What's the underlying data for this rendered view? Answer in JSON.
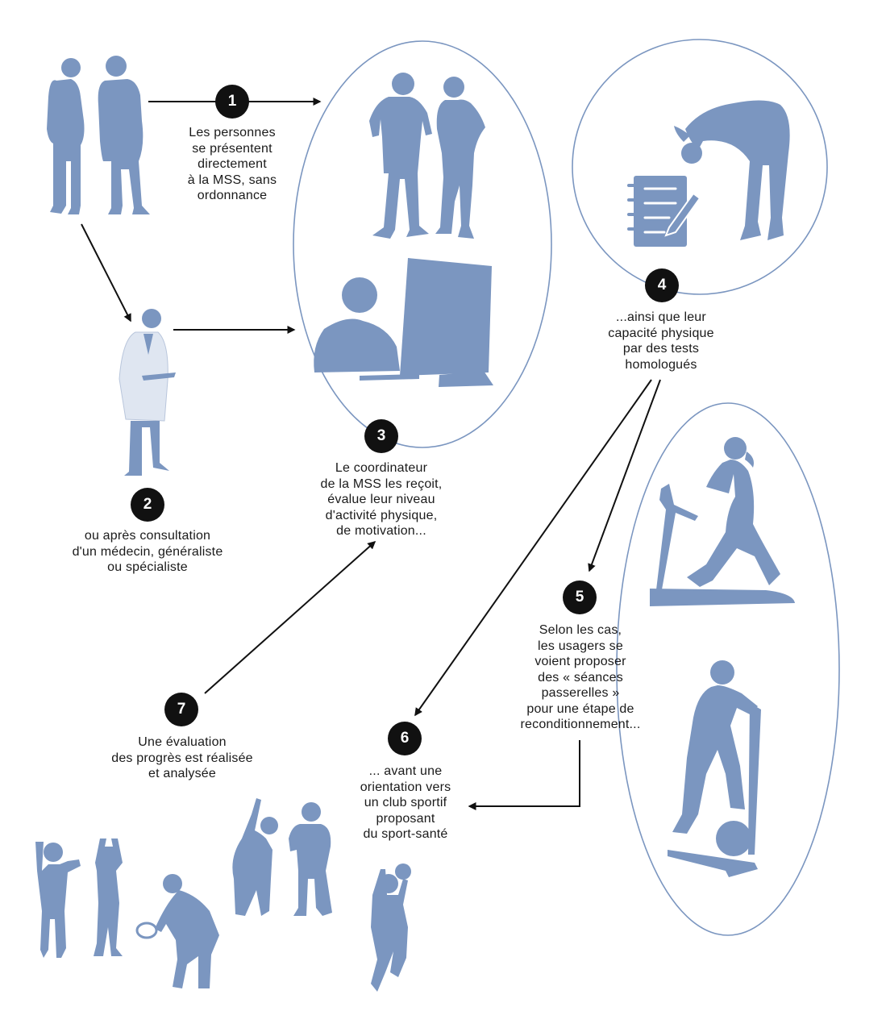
{
  "colors": {
    "figure": "#7b96c0",
    "figure_light": "#dfe6f1",
    "outline": "#7b96c0",
    "arrow": "#111111",
    "badge": "#111111",
    "badge_text": "#ffffff"
  },
  "steps": [
    {
      "number": "1",
      "lines": [
        "Les personnes",
        "se présentent",
        "directement",
        "à la MSS, sans",
        "ordonnance"
      ]
    },
    {
      "number": "2",
      "lines": [
        "ou après consultation",
        "d'un médecin, généraliste",
        "ou spécialiste"
      ]
    },
    {
      "number": "3",
      "lines": [
        "Le coordinateur",
        "de la MSS les reçoit,",
        "évalue leur niveau",
        "d'activité physique,",
        "de motivation..."
      ]
    },
    {
      "number": "4",
      "lines": [
        "...ainsi que leur",
        "capacité physique",
        "par des tests",
        "homologués"
      ]
    },
    {
      "number": "5",
      "lines": [
        "Selon les cas,",
        "les usagers se",
        "voient proposer",
        "des « séances",
        "passerelles »",
        "pour une étape de",
        "reconditionnement..."
      ]
    },
    {
      "number": "6",
      "lines": [
        "... avant une",
        "orientation vers",
        "un club sportif",
        "proposant",
        "du sport-santé"
      ]
    },
    {
      "number": "7",
      "lines": [
        "Une évaluation",
        "des progrès est réalisée",
        "et analysée"
      ]
    }
  ],
  "icons": [
    "two-people-standing-icon",
    "doctor-icon",
    "two-people-consulting-icon",
    "coordinator-at-computer-icon",
    "clipboard-checklist-icon",
    "forward-bend-test-icon",
    "treadmill-runner-icon",
    "elliptical-trainer-icon",
    "group-sport-activities-icon"
  ]
}
